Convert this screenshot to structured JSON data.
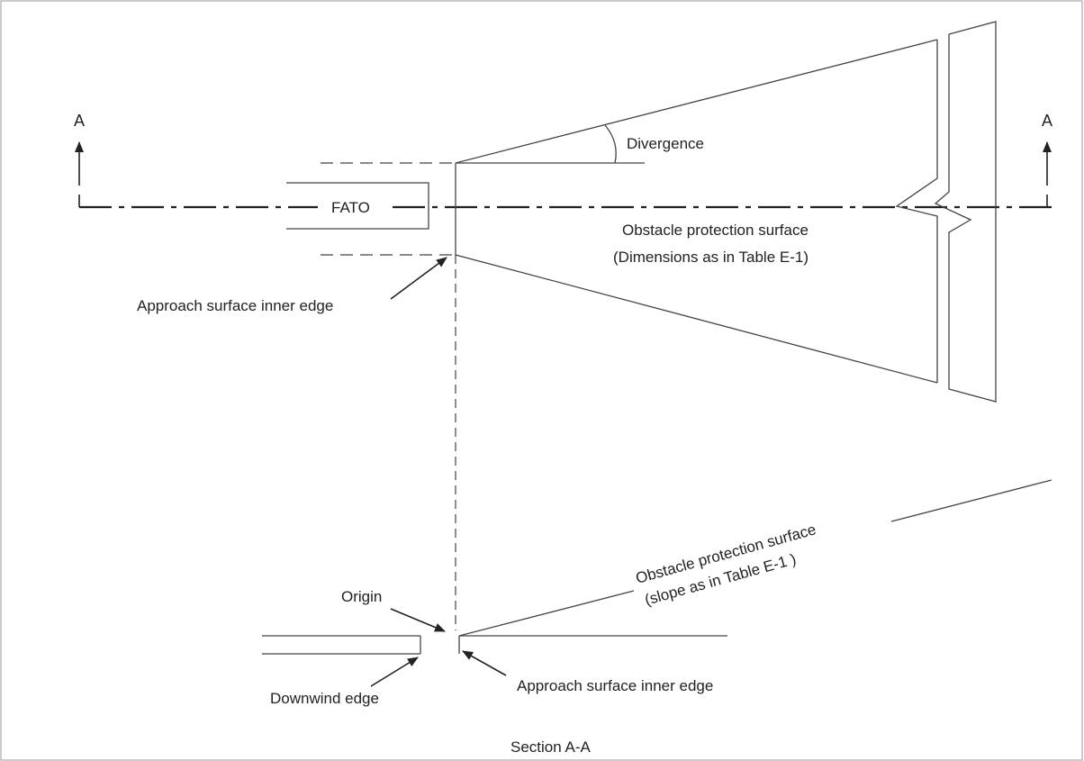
{
  "labels": {
    "section_marker_left": "A",
    "section_marker_right": "A",
    "fato": "FATO",
    "divergence": "Divergence",
    "ops_plan_line1": "Obstacle protection surface",
    "ops_plan_line2": "(Dimensions as in Table E-1)",
    "approach_inner_edge_plan": "Approach surface inner edge",
    "ops_section_line1": "Obstacle protection surface",
    "ops_section_line2": "(slope as in Table E-1 )",
    "origin": "Origin",
    "downwind_edge": "Downwind edge",
    "approach_inner_edge_section": "Approach surface inner edge",
    "section_title": "Section A-A"
  },
  "colors": {
    "line": "#444444",
    "text": "#222222",
    "background": "#ffffff"
  }
}
